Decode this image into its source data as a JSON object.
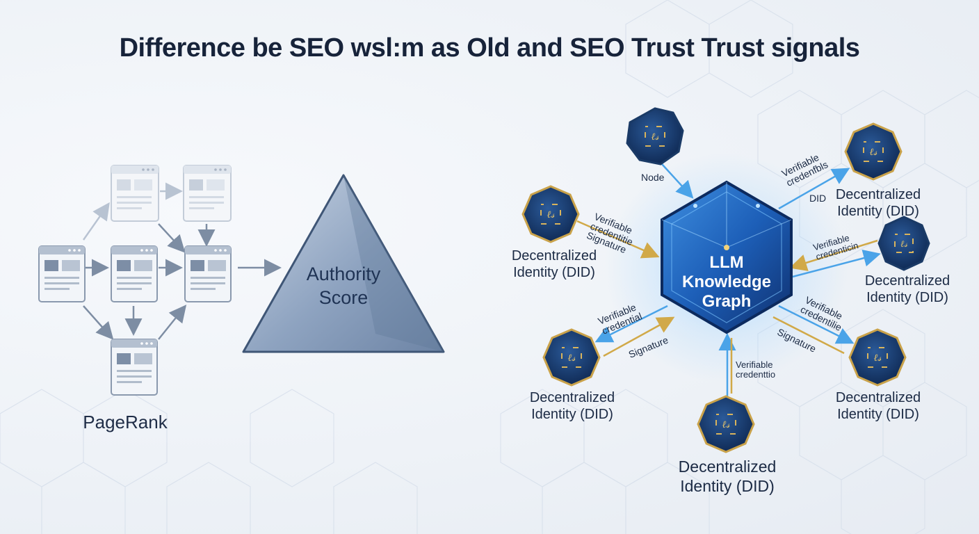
{
  "title": "Difference be SEO wsl:m as Old and SEO Trust Trust signals",
  "left": {
    "pagerank_label": "PageRank",
    "triangle_line1": "Authority",
    "triangle_line2": "Score"
  },
  "right": {
    "center_line1": "LLM",
    "center_line2": "Knowledge",
    "center_line3": "Graph",
    "node_label": "Node",
    "did_line1": "Decentralized",
    "did_line2": "Identity (DID)",
    "edges": {
      "tr_a": "Verifiable",
      "tr_b": "credenfbls",
      "tr_c": "DID",
      "tl_a": "Verifiable",
      "tl_b": "credentitie",
      "tl_c": "Signature",
      "mr_a": "Verifiable",
      "mr_b": "credenticin",
      "bl_a": "Verifiable",
      "bl_b": "credential",
      "bl_c": "Signature",
      "br_a": "Verifiable",
      "br_b": "credentilie",
      "br_c": "Signature",
      "b_a": "Verifiable",
      "b_b": "credenttio"
    }
  },
  "colors": {
    "hex_blue": "#1d4f9c",
    "badge_navy": "#163a6b",
    "badge_gold": "#c9a24a",
    "arrow_blue": "#4aa3e8",
    "arrow_gold": "#d1a948",
    "page_gray": "#7d8da3"
  }
}
